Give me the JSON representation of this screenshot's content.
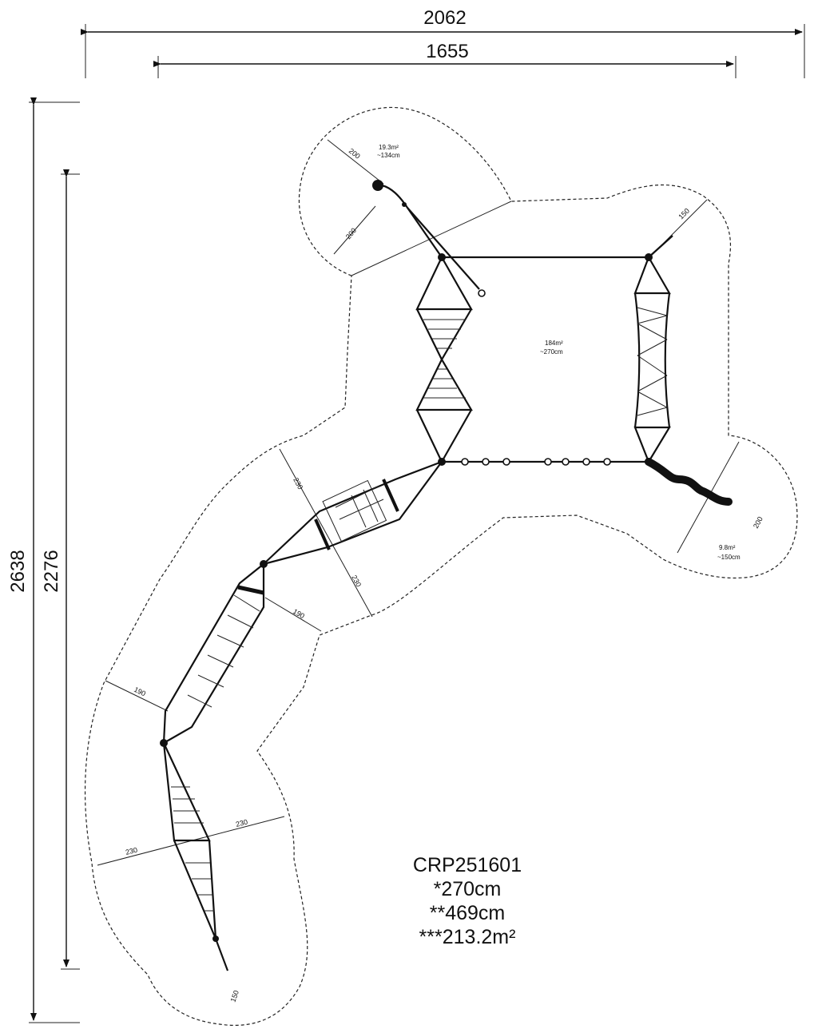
{
  "dimensions": {
    "overall_width": "2062",
    "inner_width": "1655",
    "overall_height": "2638",
    "inner_height": "2276"
  },
  "zone_labels": {
    "top_zone_a": "200",
    "top_zone_b": "200",
    "top_right": "150",
    "right_zone": "200",
    "chain_upper_a": "230",
    "chain_upper_b": "230",
    "chain_mid_a": "190",
    "chain_mid_b": "190",
    "chain_low_a": "230",
    "chain_low_b": "230",
    "bottom": "150"
  },
  "areas": {
    "top_area": "19.3m²",
    "top_height": "~134cm",
    "center_area": "184m²",
    "center_height": "~270cm",
    "right_area": "9.8m²",
    "right_height": "~150cm"
  },
  "title_block": {
    "code": "CRP251601",
    "height": "*270cm",
    "length": "**469cm",
    "area": "***213.2m²"
  }
}
